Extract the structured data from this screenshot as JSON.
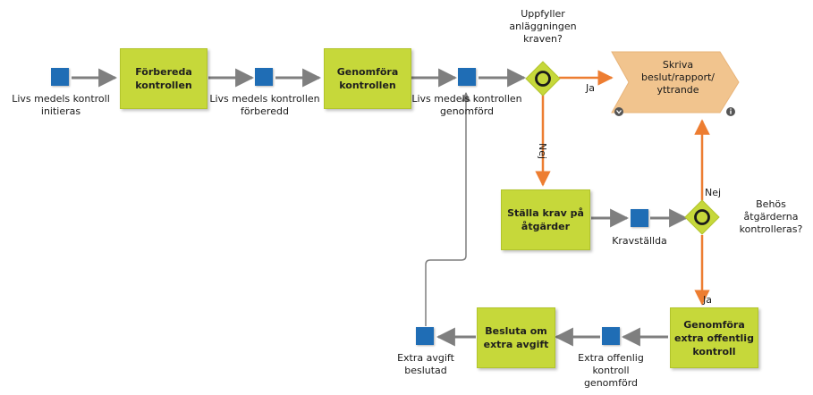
{
  "colors": {
    "task_fill": "#c6d83a",
    "event_fill": "#1f6db5",
    "gateway_fill": "#c6d83a",
    "output_fill": "#f1c48e",
    "flow_gray": "#7f7f7f",
    "flow_orange": "#ed7d31"
  },
  "events": {
    "e1": [
      "Livs medels kontroll",
      "initieras"
    ],
    "e2": [
      "Livs medels kontrollen",
      "förberedd"
    ],
    "e3": [
      "Livs medels kontrollen",
      "genomförd"
    ],
    "e4": [
      "Kravställda"
    ],
    "e5": [
      "Extra offenlig",
      "kontroll",
      "genomförd"
    ],
    "e6": [
      "Extra avgift",
      "beslutad"
    ]
  },
  "tasks": {
    "t1": [
      "Förbereda",
      "kontrollen"
    ],
    "t2": [
      "Genomföra",
      "kontrollen"
    ],
    "t3": [
      "Ställa krav på",
      "åtgärder"
    ],
    "t4": [
      "Genomföra",
      "extra offentlig",
      "kontroll"
    ],
    "t5": [
      "Besluta om",
      "extra avgift"
    ]
  },
  "output": [
    "Skriva",
    "beslut/rapport/",
    "yttrande"
  ],
  "gateways": {
    "g1": [
      "Uppfyller",
      "anläggningen",
      "kraven?"
    ],
    "g2": [
      "Behös",
      "åtgärderna",
      "kontrolleras?"
    ]
  },
  "flow_labels": {
    "g1_yes": "Ja",
    "g1_no": "Nej",
    "g2_no": "Nej",
    "g2_yes": "Ja"
  },
  "icons": {
    "output_left": "expand-circle-icon",
    "output_right": "info-circle-icon",
    "gateway": "circle-marker-icon"
  }
}
